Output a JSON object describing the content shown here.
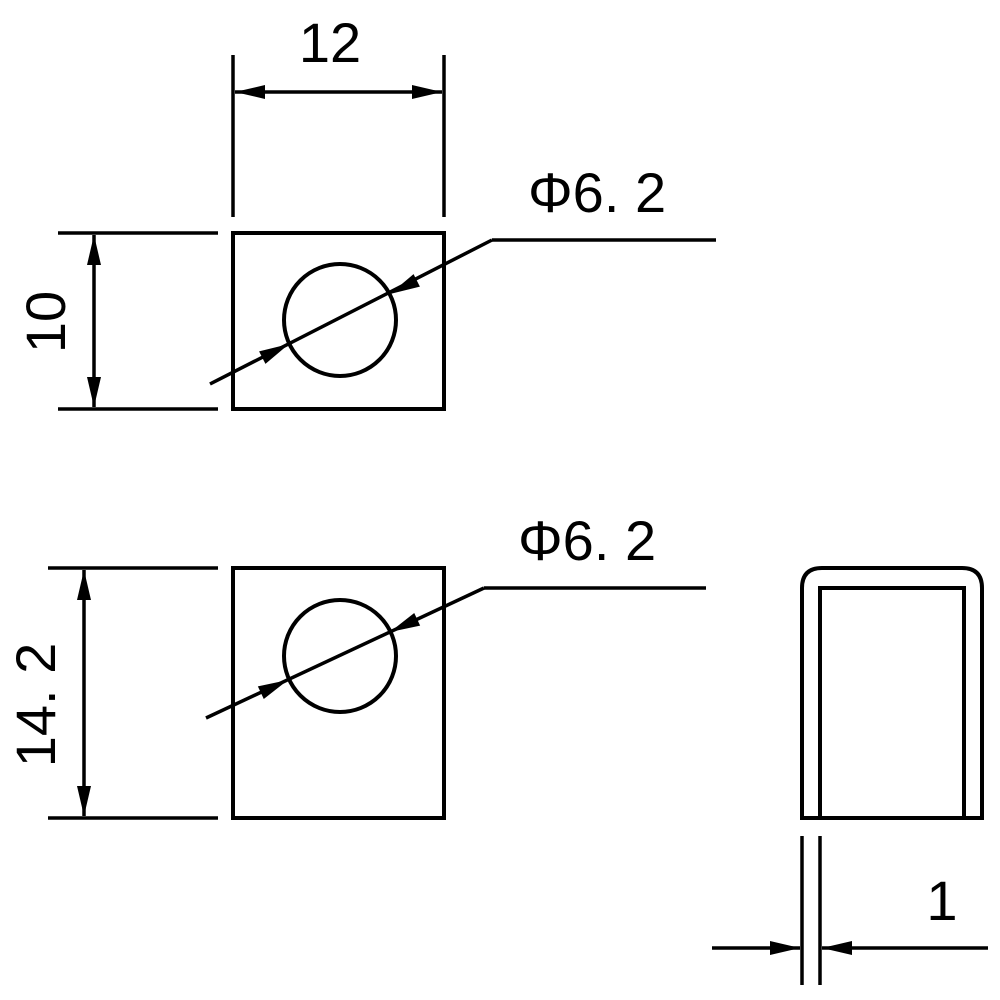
{
  "top_view": {
    "width_label": "12",
    "height_label": "10",
    "hole_label": "Φ6. 2"
  },
  "front_view": {
    "height_label": "14. 2",
    "hole_label": "Φ6. 2"
  },
  "side_view": {
    "thickness_label": "1"
  }
}
